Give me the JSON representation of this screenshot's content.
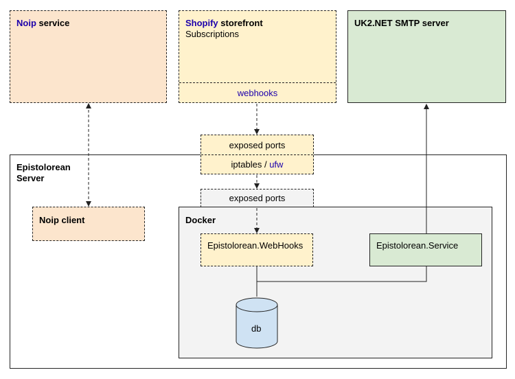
{
  "noip_service": {
    "name": "Noip",
    "suffix": " service"
  },
  "shopify": {
    "name": "Shopify",
    "suffix": " storefront",
    "subtitle": "Subscriptions",
    "webhooks": "webhooks"
  },
  "smtp": {
    "title": "UK2.NET SMTP server"
  },
  "firewall": {
    "exposed_ports": "exposed ports",
    "iptables": "iptables / ",
    "ufw": "ufw"
  },
  "server": {
    "title_line1": "Epistolorean",
    "title_line2": "Server"
  },
  "noip_client": {
    "title": "Noip client"
  },
  "docker": {
    "exposed_ports": "exposed ports",
    "title": "Docker"
  },
  "webhooks_app": {
    "title": "Epistolorean.WebHooks"
  },
  "service_app": {
    "title": "Epistolorean.Service"
  },
  "db": {
    "label": "db"
  },
  "colors": {
    "peach": "#fce5cd",
    "yellow": "#fff2cc",
    "green": "#d9ead3",
    "docker_bg": "#f3f3f3",
    "db_fill": "#cfe2f3",
    "brand_blue": "#1c00ab"
  }
}
